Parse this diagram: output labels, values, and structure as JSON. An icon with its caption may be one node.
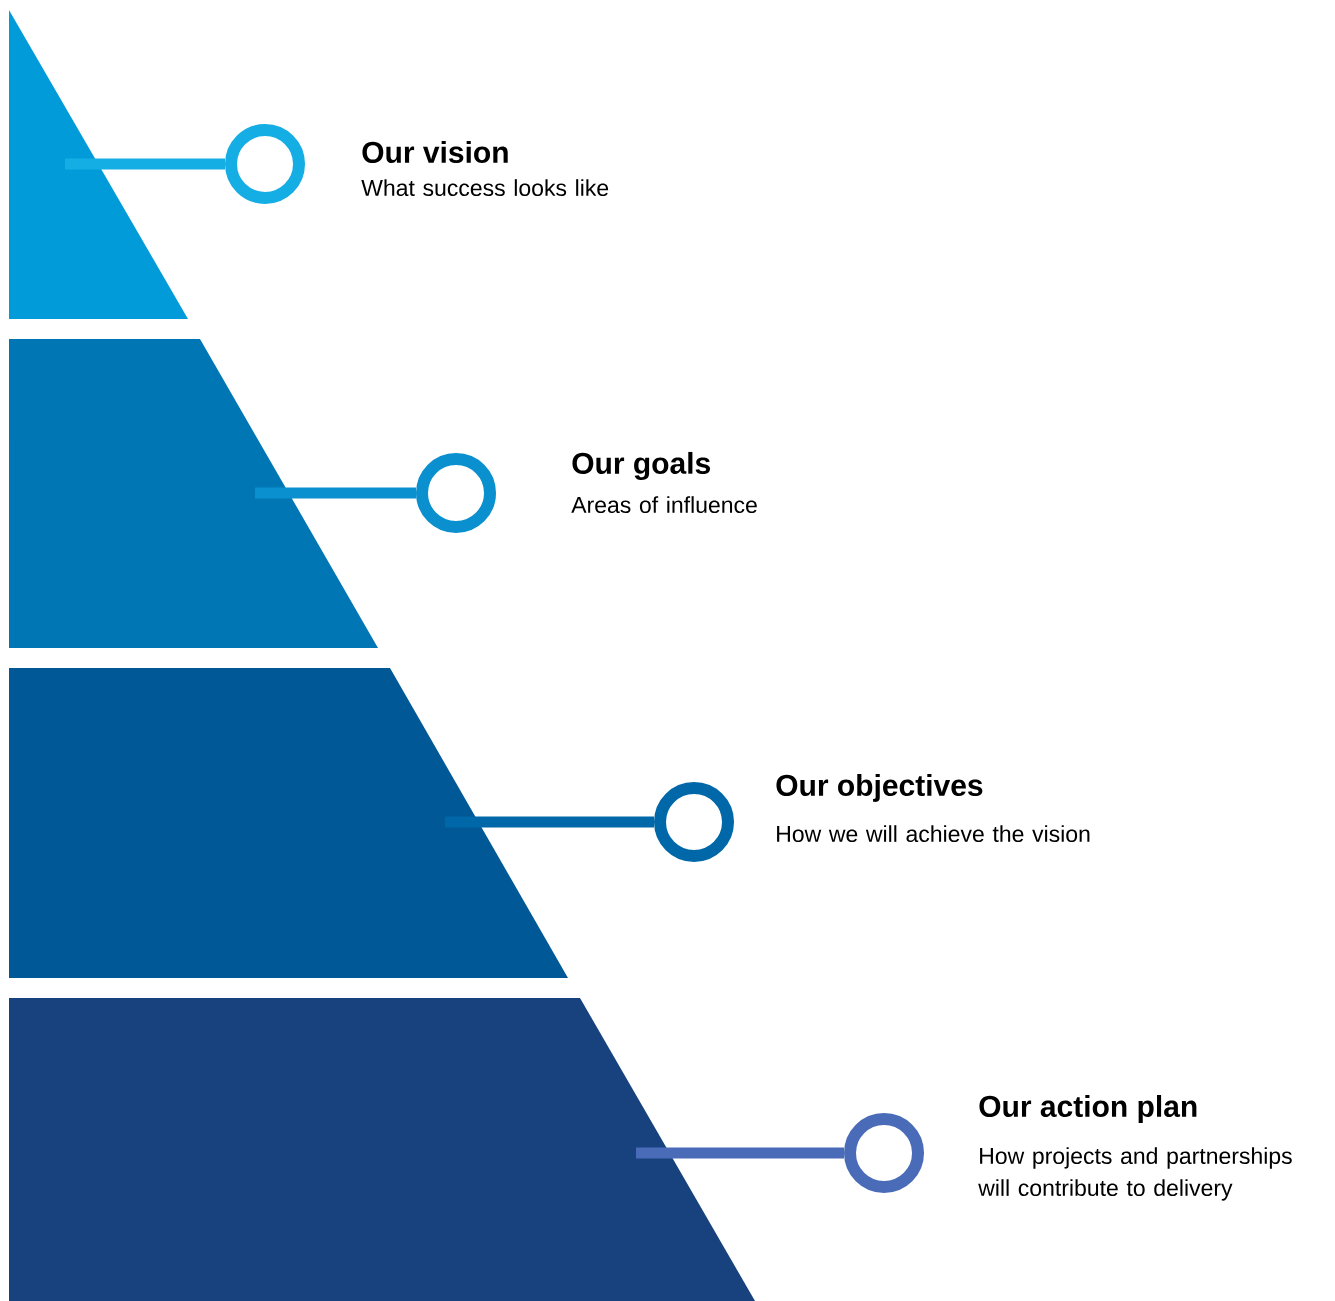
{
  "diagram": {
    "nodes": [
      {
        "text": [],
        "shape": "band"
      },
      {
        "text": [],
        "shape": "circle",
        "beside": [
          "Our vision",
          "What success looks like"
        ]
      },
      {
        "text": [],
        "shape": "band"
      },
      {
        "text": [],
        "shape": "circle",
        "beside": [
          "Our goals",
          "Areas of influence"
        ]
      },
      {
        "text": [],
        "shape": "band"
      },
      {
        "text": [],
        "shape": "circle",
        "beside": [
          "Our objectives",
          "How we will achieve the vision"
        ]
      },
      {
        "text": [],
        "shape": "band"
      },
      {
        "text": [],
        "shape": "circle",
        "beside": [
          "Our action plan",
          "How projects and partnerships will contribute to delivery"
        ]
      }
    ],
    "edges": [
      {
        "from": 0,
        "to": 1,
        "arrow": "none",
        "color": "#14ade4"
      },
      {
        "from": 2,
        "to": 3,
        "arrow": "none",
        "color": "#0b90cf"
      },
      {
        "from": 4,
        "to": 5,
        "arrow": "none",
        "color": "#0068a8"
      },
      {
        "from": 6,
        "to": 7,
        "arrow": "none",
        "color": "#4a6cb8"
      }
    ]
  }
}
